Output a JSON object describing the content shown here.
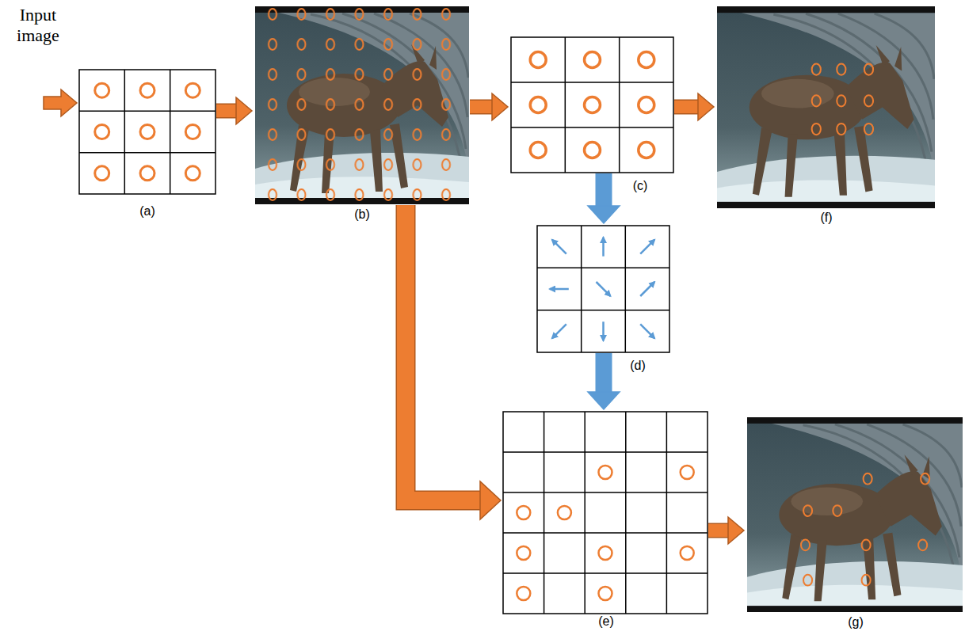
{
  "diagram": {
    "nodes": [
      {
        "text": [
          "(a)"
        ]
      },
      {
        "text": [
          "(b)"
        ]
      },
      {
        "text": [
          "(c)"
        ]
      },
      {
        "text": [
          "(f)"
        ]
      },
      {
        "text": [
          "(d)"
        ]
      },
      {
        "text": [
          "(e)"
        ]
      },
      {
        "text": [
          "(g)"
        ]
      }
    ],
    "edges": [
      {
        "from": 0,
        "to": 1,
        "arrow": "to"
      },
      {
        "from": 1,
        "to": 2,
        "arrow": "to"
      },
      {
        "from": 2,
        "to": 3,
        "arrow": "to"
      },
      {
        "from": 2,
        "to": 4,
        "arrow": "to"
      },
      {
        "from": 4,
        "to": 5,
        "arrow": "to"
      },
      {
        "from": 1,
        "to": 5,
        "arrow": "to"
      },
      {
        "from": 5,
        "to": 6,
        "arrow": "to"
      }
    ],
    "labels": [
      "Input image"
    ]
  }
}
